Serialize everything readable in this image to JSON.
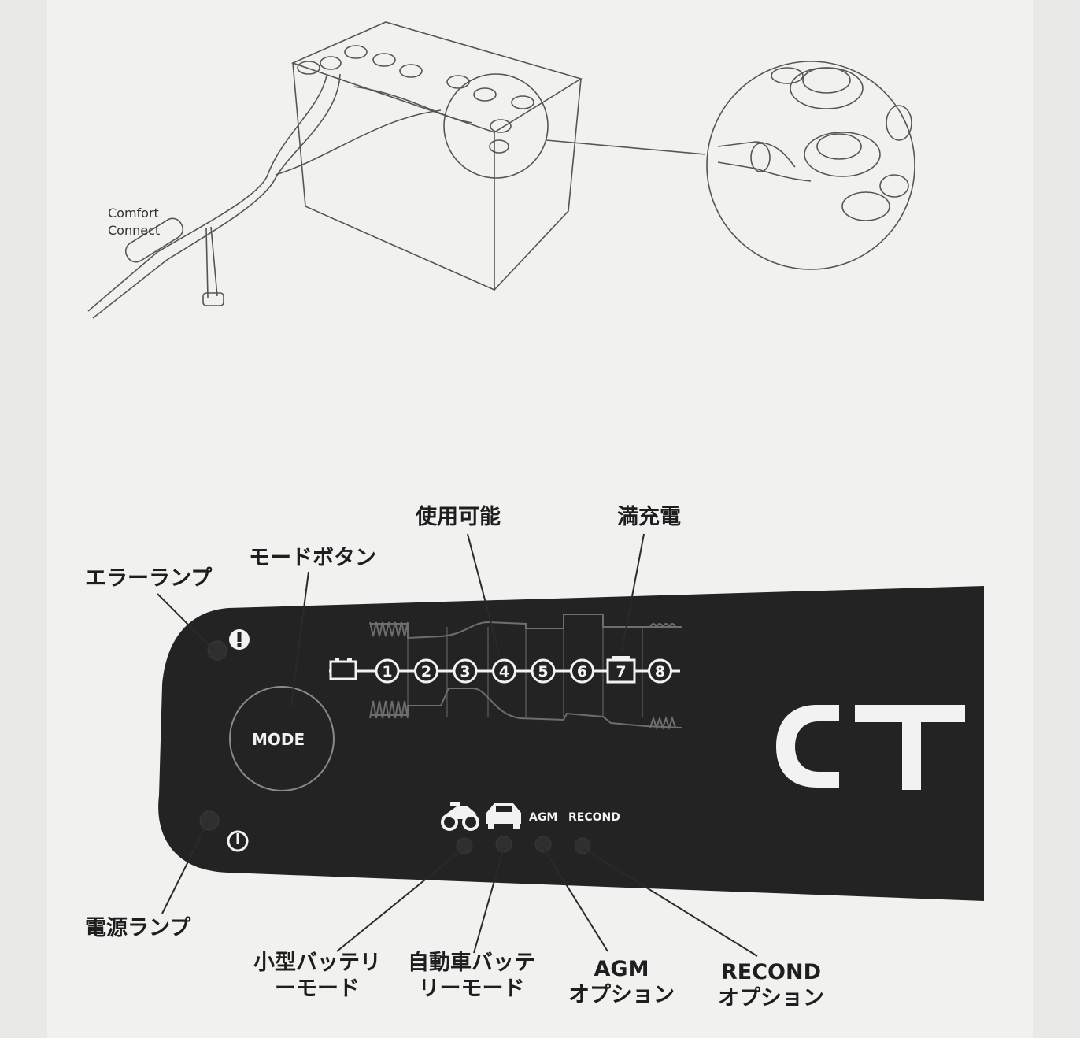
{
  "battery_illustration": {
    "accessory_label_line1": "Comfort",
    "accessory_label_line2": "Connect"
  },
  "charger_panel": {
    "mode_button_label": "MODE",
    "error_symbol": "!",
    "power_symbol": "power-icon",
    "brand_partial": "CT",
    "steps": [
      "1",
      "2",
      "3",
      "4",
      "5",
      "6",
      "7",
      "8"
    ],
    "mode_labels": {
      "agm": "AGM",
      "recond": "RECOND"
    },
    "icons": [
      "battery-icon",
      "motorcycle-icon",
      "car-icon"
    ]
  },
  "callouts": {
    "ready": "使用可能",
    "full_charge": "満充電",
    "mode_button": "モードボタン",
    "error_lamp": "エラーランプ",
    "power_lamp": "電源ランプ",
    "small_battery_mode_line1": "小型バッテリ",
    "small_battery_mode_line2": "ーモード",
    "car_battery_mode_line1": "自動車バッテ",
    "car_battery_mode_line2": "リーモード",
    "agm_option_line1": "AGM",
    "agm_option_line2": "オプション",
    "recond_option_line1": "RECOND",
    "recond_option_line2": "オプション"
  },
  "colors": {
    "panel": "#232323",
    "line": "#555555",
    "text": "#1e1e1e"
  }
}
